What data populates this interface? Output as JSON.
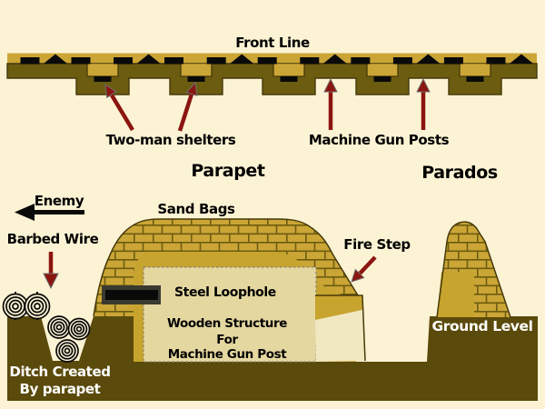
{
  "palette": {
    "bg": "#FCF3D4",
    "gold": "#CBA636",
    "gold_deep": "#C7A42E",
    "olive": "#6B5C10",
    "ground": "#5A4A0B",
    "outline": "#46390A",
    "mortar": "#6E5C10",
    "box": "#E4D7A0",
    "step_cream": "#F1E8C2",
    "steel_outer": "#3A3A30",
    "ink": "#0A0A0A",
    "arrow_red": "#8B150F",
    "arrow_gray": "#707070",
    "dotted": "#8A8578",
    "white_text": "#FFFFFF"
  },
  "top_diagram": {
    "title": "Front Line",
    "label_two_man_shelters": "Two-man shelters",
    "label_machine_gun_posts": "Machine Gun Posts"
  },
  "cross_section": {
    "title_parapet": "Parapet",
    "title_parados": "Parados",
    "label_enemy": "Enemy",
    "label_sand_bags": "Sand Bags",
    "label_barbed_wire": "Barbed Wire",
    "label_fire_step": "Fire Step",
    "label_steel_loophole": "Steel Loophole",
    "wooden_structure_lines": [
      "Wooden Structure",
      "For",
      "Machine Gun Post"
    ],
    "label_ground_level": "Ground Level",
    "ditch_lines": [
      "Ditch Created",
      "By parapet"
    ]
  },
  "icons": {
    "enemy-arrow": "black left arrow",
    "barbed-wire-arrow": "dark-red down arrow",
    "fire-step-arrow": "dark-red down-left arrow",
    "two-man-shelter-arrows": "dark-red arrows pointing to shelter blocks",
    "machine-gun-post-arrows": "dark-red up arrows",
    "barbed-wire-coils": "spiral wire coils",
    "machine-gun-post-marker": "black triangle",
    "shelter-marker": "black rectangle"
  }
}
